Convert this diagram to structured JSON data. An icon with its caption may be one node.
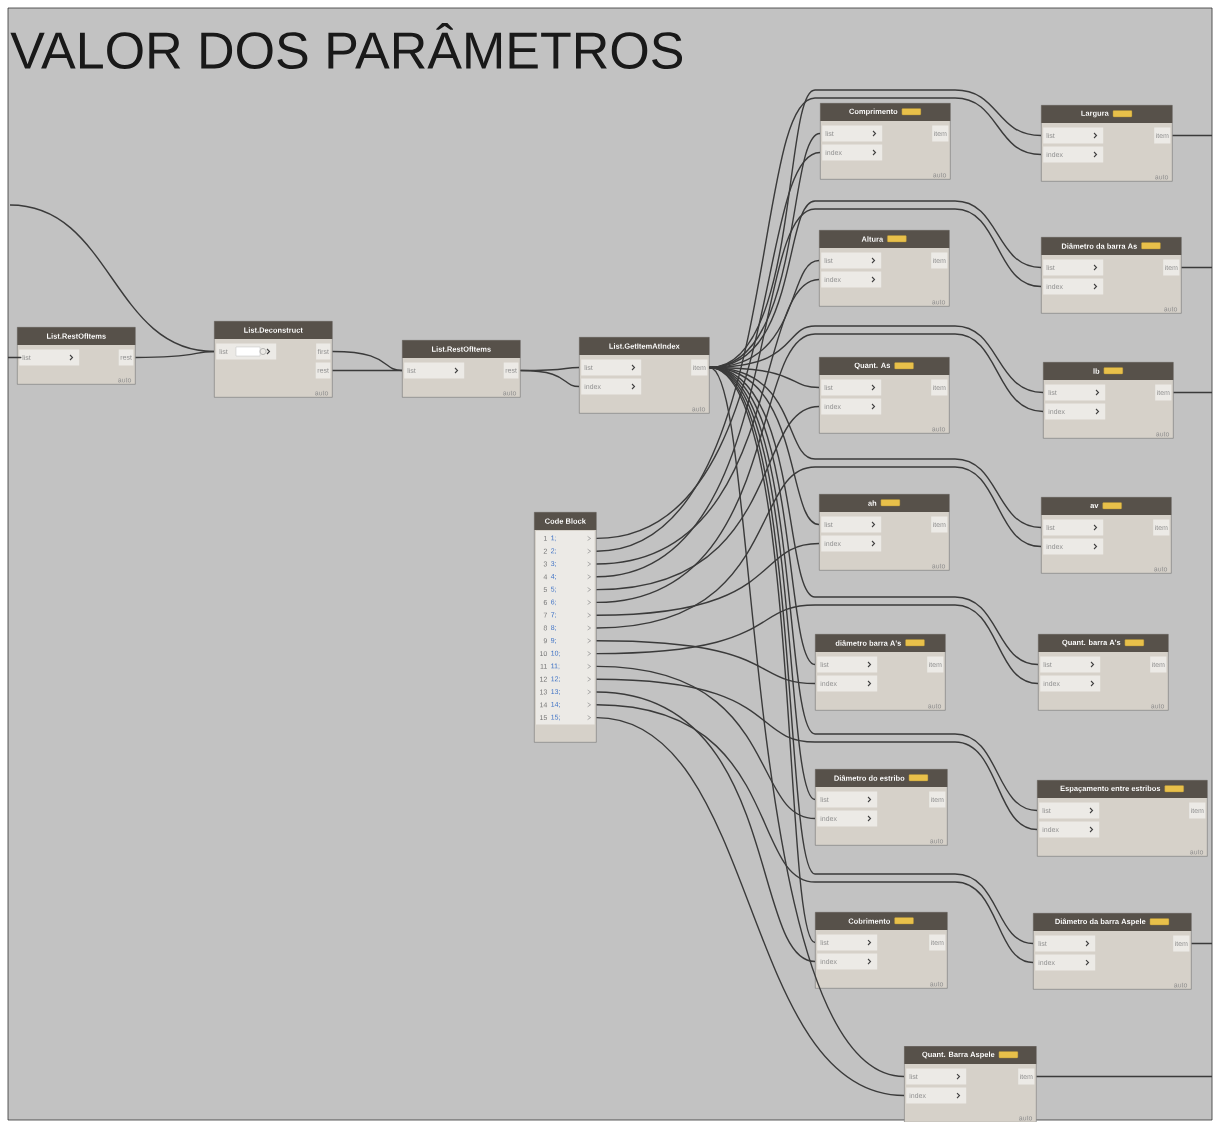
{
  "diagram": {
    "title": "VALOR DOS PARÂMETROS",
    "nodes": [
      {
        "text": [
          "List.RestOfItems",
          "list",
          "rest",
          "auto"
        ]
      },
      {
        "text": [
          "List.Deconstruct",
          "list",
          "first",
          "rest",
          "auto"
        ]
      },
      {
        "text": [
          "List.RestOfItems",
          "list",
          "rest",
          "auto"
        ]
      },
      {
        "text": [
          "List.GetItemAtIndex",
          "list",
          "index",
          "item",
          "auto"
        ]
      },
      {
        "text": [
          "Code Block",
          "1",
          "1;",
          "2",
          "2;",
          "3",
          "3;",
          "4",
          "4;",
          "5",
          "5;",
          "6",
          "6;",
          "7",
          "7;",
          "8",
          "8;",
          "9",
          "9;",
          "10",
          "10;",
          "11",
          "11;",
          "12",
          "12;",
          "13",
          "13;",
          "14",
          "14;",
          "15",
          "15;"
        ]
      },
      {
        "text": [
          "Comprimento",
          "list",
          "index",
          "item",
          "auto"
        ]
      },
      {
        "text": [
          "Largura",
          "list",
          "index",
          "item",
          "auto"
        ]
      },
      {
        "text": [
          "Altura",
          "list",
          "index",
          "item",
          "auto"
        ]
      },
      {
        "text": [
          "Diâmetro da barra As",
          "list",
          "index",
          "item",
          "auto"
        ]
      },
      {
        "text": [
          "Quant. As",
          "list",
          "index",
          "item",
          "auto"
        ]
      },
      {
        "text": [
          "lb",
          "list",
          "index",
          "item",
          "auto"
        ]
      },
      {
        "text": [
          "ah",
          "list",
          "index",
          "item",
          "auto"
        ]
      },
      {
        "text": [
          "av",
          "list",
          "index",
          "item",
          "auto"
        ]
      },
      {
        "text": [
          "diâmetro barra A's",
          "list",
          "index",
          "item",
          "auto"
        ]
      },
      {
        "text": [
          "Quant. barra A's",
          "list",
          "index",
          "item",
          "auto"
        ]
      },
      {
        "text": [
          "Diâmetro do estribo",
          "list",
          "index",
          "item",
          "auto"
        ]
      },
      {
        "text": [
          "Espaçamento entre estribos",
          "list",
          "index",
          "item",
          "auto"
        ]
      },
      {
        "text": [
          "Cobrimento",
          "list",
          "index",
          "item",
          "auto"
        ]
      },
      {
        "text": [
          "Diâmetro da barra Aspele",
          "list",
          "index",
          "item",
          "auto"
        ]
      },
      {
        "text": [
          "Quant. Barra Aspele",
          "list",
          "index",
          "item",
          "auto"
        ]
      }
    ],
    "edges": [
      {
        "from": null,
        "to": 0,
        "arrow": "none"
      },
      {
        "from": null,
        "to": 1,
        "arrow": "none"
      },
      {
        "from": 0,
        "to": 1,
        "arrow": "none"
      },
      {
        "from": 1,
        "to": 2,
        "arrow": "none"
      },
      {
        "from": 1,
        "to": 2,
        "arrow": "none"
      },
      {
        "from": 2,
        "to": 3,
        "arrow": "none"
      },
      {
        "from": 2,
        "to": 3,
        "arrow": "none"
      },
      {
        "from": 3,
        "to": 5,
        "arrow": "none"
      },
      {
        "from": 4,
        "to": 5,
        "arrow": "none"
      },
      {
        "from": 3,
        "to": 6,
        "arrow": "none"
      },
      {
        "from": 4,
        "to": 6,
        "arrow": "none"
      },
      {
        "from": 3,
        "to": 7,
        "arrow": "none"
      },
      {
        "from": 4,
        "to": 7,
        "arrow": "none"
      },
      {
        "from": 3,
        "to": 8,
        "arrow": "none"
      },
      {
        "from": 4,
        "to": 8,
        "arrow": "none"
      },
      {
        "from": 3,
        "to": 9,
        "arrow": "none"
      },
      {
        "from": 4,
        "to": 9,
        "arrow": "none"
      },
      {
        "from": 3,
        "to": 10,
        "arrow": "none"
      },
      {
        "from": 4,
        "to": 10,
        "arrow": "none"
      },
      {
        "from": 3,
        "to": 11,
        "arrow": "none"
      },
      {
        "from": 4,
        "to": 11,
        "arrow": "none"
      },
      {
        "from": 3,
        "to": 12,
        "arrow": "none"
      },
      {
        "from": 4,
        "to": 12,
        "arrow": "none"
      },
      {
        "from": 3,
        "to": 13,
        "arrow": "none"
      },
      {
        "from": 4,
        "to": 13,
        "arrow": "none"
      },
      {
        "from": 3,
        "to": 14,
        "arrow": "none"
      },
      {
        "from": 4,
        "to": 14,
        "arrow": "none"
      },
      {
        "from": 3,
        "to": 15,
        "arrow": "none"
      },
      {
        "from": 4,
        "to": 15,
        "arrow": "none"
      },
      {
        "from": 3,
        "to": 16,
        "arrow": "none"
      },
      {
        "from": 4,
        "to": 16,
        "arrow": "none"
      },
      {
        "from": 3,
        "to": 17,
        "arrow": "none"
      },
      {
        "from": 4,
        "to": 17,
        "arrow": "none"
      },
      {
        "from": 3,
        "to": 18,
        "arrow": "none"
      },
      {
        "from": 4,
        "to": 18,
        "arrow": "none"
      },
      {
        "from": 3,
        "to": 19,
        "arrow": "none"
      },
      {
        "from": 4,
        "to": 19,
        "arrow": "none"
      },
      {
        "from": 6,
        "to": null,
        "arrow": "none"
      },
      {
        "from": 8,
        "to": null,
        "arrow": "none"
      },
      {
        "from": 10,
        "to": null,
        "arrow": "none"
      },
      {
        "from": 18,
        "to": null,
        "arrow": "none"
      },
      {
        "from": 19,
        "to": null,
        "arrow": "none"
      }
    ]
  }
}
